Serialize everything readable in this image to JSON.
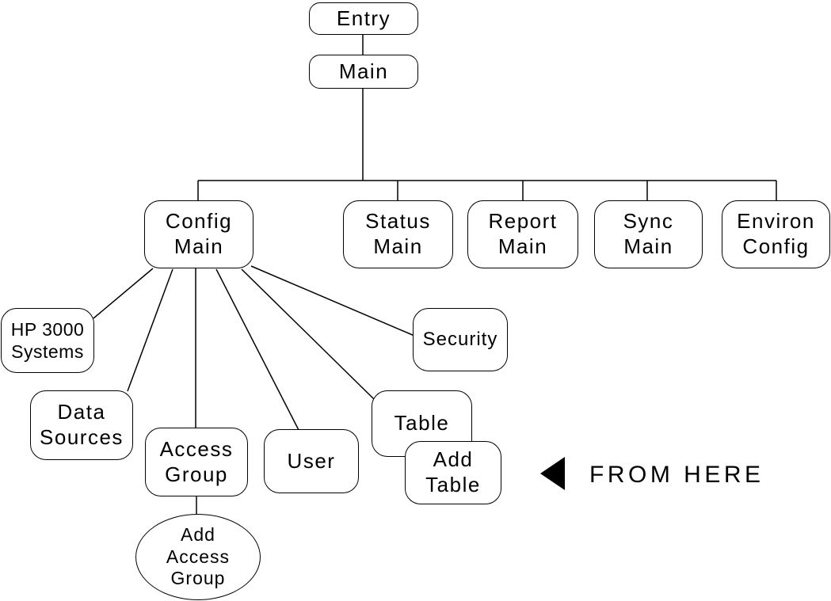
{
  "page": {
    "background_color": "#ffffff",
    "line_color": "#000000",
    "text_color": "#000000"
  },
  "diagram": {
    "nodes": {
      "entry": {
        "shape": "rounded-rect",
        "label": "Entry",
        "lines": [
          "Entry"
        ]
      },
      "main": {
        "shape": "rounded-rect",
        "label": "Main",
        "lines": [
          "Main"
        ]
      },
      "config_main": {
        "shape": "rounded-rect",
        "label": "Config Main",
        "lines": [
          "Config",
          "Main"
        ]
      },
      "status_main": {
        "shape": "rounded-rect",
        "label": "Status Main",
        "lines": [
          "Status",
          "Main"
        ]
      },
      "report_main": {
        "shape": "rounded-rect",
        "label": "Report Main",
        "lines": [
          "Report",
          "Main"
        ]
      },
      "sync_main": {
        "shape": "rounded-rect",
        "label": "Sync Main",
        "lines": [
          "Sync",
          "Main"
        ]
      },
      "environ_config": {
        "shape": "rounded-rect",
        "label": "Environ Config",
        "lines": [
          "Environ",
          "Config"
        ]
      },
      "hp3000_systems": {
        "shape": "rounded-rect",
        "label": "HP 3000 Systems",
        "lines": [
          "HP 3000",
          "Systems"
        ]
      },
      "data_sources": {
        "shape": "rounded-rect",
        "label": "Data Sources",
        "lines": [
          "Data",
          "Sources"
        ]
      },
      "access_group": {
        "shape": "rounded-rect",
        "label": "Access Group",
        "lines": [
          "Access",
          "Group"
        ]
      },
      "user": {
        "shape": "rounded-rect",
        "label": "User",
        "lines": [
          "User"
        ]
      },
      "table": {
        "shape": "rounded-rect",
        "label": "Table",
        "lines": [
          "Table"
        ]
      },
      "add_table": {
        "shape": "rounded-rect",
        "label": "Add Table",
        "lines": [
          "Add",
          "Table"
        ]
      },
      "security": {
        "shape": "rounded-rect",
        "label": "Security",
        "lines": [
          "Security"
        ]
      },
      "add_access_group": {
        "shape": "ellipse",
        "label": "Add Access Group",
        "lines": [
          "Add",
          "Access",
          "Group"
        ]
      }
    },
    "edges": [
      {
        "from": "Entry",
        "to": "Main"
      },
      {
        "from": "Main",
        "to": "Config Main"
      },
      {
        "from": "Main",
        "to": "Status Main"
      },
      {
        "from": "Main",
        "to": "Report Main"
      },
      {
        "from": "Main",
        "to": "Sync Main"
      },
      {
        "from": "Main",
        "to": "Environ Config"
      },
      {
        "from": "Config Main",
        "to": "HP 3000 Systems"
      },
      {
        "from": "Config Main",
        "to": "Data Sources"
      },
      {
        "from": "Config Main",
        "to": "Access Group"
      },
      {
        "from": "Config Main",
        "to": "User"
      },
      {
        "from": "Config Main",
        "to": "Table"
      },
      {
        "from": "Config Main",
        "to": "Security"
      },
      {
        "from": "Access Group",
        "to": "Add Access Group"
      },
      {
        "from": "Table",
        "to": "Add Table",
        "style": "overlapping-box"
      }
    ],
    "annotation": {
      "arrow_direction": "left",
      "arrow_fill": "#000000",
      "text": "FROM HERE"
    }
  }
}
